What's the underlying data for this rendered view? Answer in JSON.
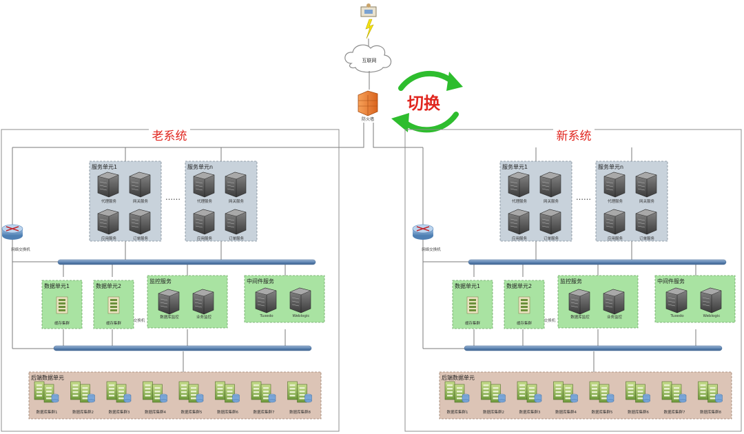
{
  "top": {
    "internet_label": "互联网",
    "firewall_label": "防火墙",
    "switch_text": "切换",
    "colors": {
      "arrow": "#2ebd2e",
      "switch_text": "#e0261f",
      "firewall": "#f08a3a"
    }
  },
  "systems": [
    {
      "title": "老系统",
      "switch_label": "网络交换机",
      "service_units": [
        {
          "label": "服务单元1",
          "servers": [
            "代理服务",
            "网关服务",
            "应用服务",
            "订单服务"
          ]
        },
        {
          "label": "服务单元n",
          "servers": [
            "代理服务",
            "网关服务",
            "应用服务",
            "订单服务"
          ]
        }
      ],
      "ellipsis": "……",
      "data_units": [
        {
          "label": "数据单元1",
          "item": "缓存集群"
        },
        {
          "label": "数据单元2",
          "item": "缓存集群"
        }
      ],
      "side_note": "交换机",
      "monitor": {
        "label": "监控服务",
        "servers": [
          "数据库监控",
          "业务监控"
        ]
      },
      "middleware": {
        "label": "中间件服务",
        "servers": [
          "Tuxedo",
          "Weblogic"
        ]
      },
      "backend": {
        "label": "后端数据单元",
        "clusters": [
          "数据库集群1",
          "数据库集群2",
          "数据库集群3",
          "数据库集群4",
          "数据库集群5",
          "数据库集群6",
          "数据库集群7",
          "数据库集群8"
        ]
      }
    },
    {
      "title": "新系统",
      "switch_label": "网络交换机",
      "service_units": [
        {
          "label": "服务单元1",
          "servers": [
            "代理服务",
            "网关服务",
            "应用服务",
            "订单服务"
          ]
        },
        {
          "label": "服务单元n",
          "servers": [
            "代理服务",
            "网关服务",
            "应用服务",
            "订单服务"
          ]
        }
      ],
      "ellipsis": "……",
      "data_units": [
        {
          "label": "数据单元1",
          "item": "缓存集群"
        },
        {
          "label": "数据单元2",
          "item": "缓存集群"
        }
      ],
      "side_note": "交换机",
      "monitor": {
        "label": "监控服务",
        "servers": [
          "数据库监控",
          "业务监控"
        ]
      },
      "middleware": {
        "label": "中间件服务",
        "servers": [
          "Tuxedo",
          "Weblogic"
        ]
      },
      "backend": {
        "label": "后端数据单元",
        "clusters": [
          "数据库集群1",
          "数据库集群2",
          "数据库集群3",
          "数据库集群4",
          "数据库集群5",
          "数据库集群6",
          "数据库集群7",
          "数据库集群8"
        ]
      }
    }
  ],
  "colors": {
    "title": "#e0261f",
    "service_unit_fill": "#c8d2db",
    "green_fill": "#a9e3a2",
    "backend_fill": "#dcc4b6",
    "bus": "#6d8fb7",
    "line": "#7a7a7a"
  }
}
